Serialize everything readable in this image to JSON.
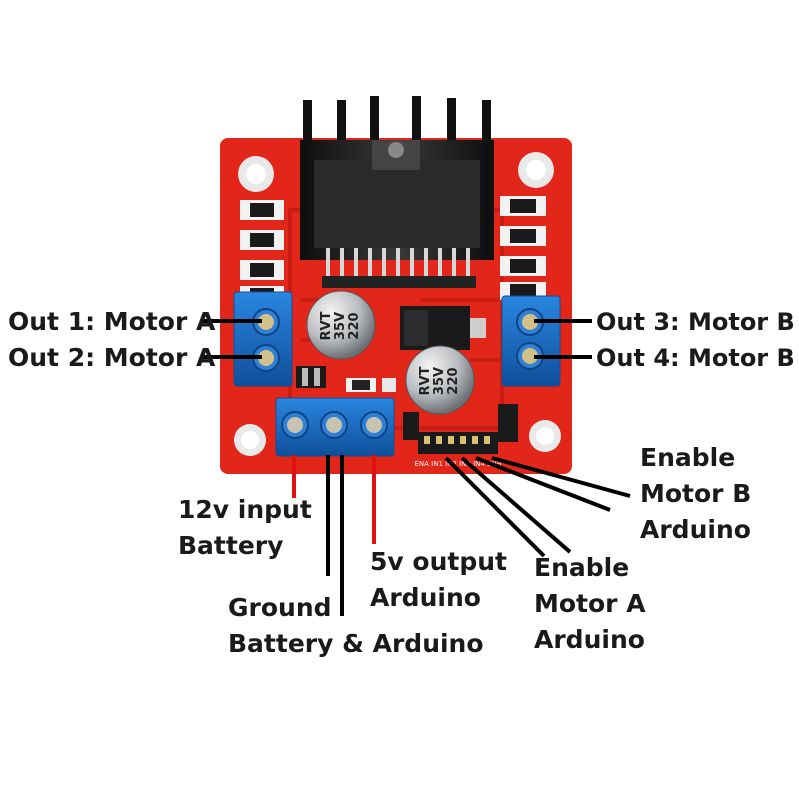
{
  "colors": {
    "board": "#e3261a",
    "board_dark": "#b81a10",
    "terminal": "#1d6fc7",
    "terminal_dark": "#0f4f9a",
    "heatsink": "#1a1a1a",
    "leader_black": "#000000",
    "leader_red": "#e31010"
  },
  "capacitor_1": {
    "line1": "220",
    "line2": "35V",
    "line3": "RVT"
  },
  "capacitor_2": {
    "line1": "220",
    "line2": "35V",
    "line3": "RVT"
  },
  "header_silk": "ENA IN1 IN2 IN3 IN4 ENB",
  "labels": {
    "out1": "Out 1: Motor A",
    "out2": "Out 2: Motor A",
    "out3": "Out 3: Motor B",
    "out4": "Out 4: Motor B",
    "input_12v": [
      "12v input",
      "Battery"
    ],
    "ground": [
      "Ground",
      "Battery & Arduino"
    ],
    "output_5v": [
      "5v output",
      "Arduino"
    ],
    "enable_a": [
      "Enable",
      "Motor A",
      "Arduino"
    ],
    "enable_b": [
      "Enable",
      "Motor B",
      "Arduino"
    ]
  }
}
